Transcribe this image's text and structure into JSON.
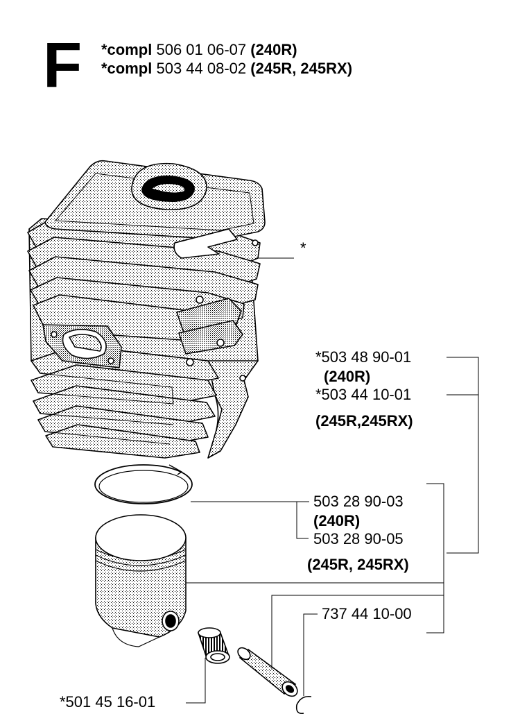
{
  "section_letter": "F",
  "header": {
    "lines": [
      {
        "prefix": "*compl",
        "number": "506 01 06-07",
        "models": "(240R)"
      },
      {
        "prefix": "*compl",
        "number": "503 44 08-02",
        "models": "(245R, 245RX)"
      }
    ]
  },
  "callouts": {
    "cylinder_mark": "*",
    "cylinder_part_a": "*503 48 90-01",
    "cylinder_models_a": "(240R)",
    "cylinder_part_b": "*503 44 10-01",
    "cylinder_models_b": "(245R,245RX)",
    "ring_part_a": "503 28 90-03",
    "ring_models_a": "(240R)",
    "ring_part_b": "503 28 90-05",
    "ring_models_b": "(245R, 245RX)",
    "circlip_part": "737 44 10-00",
    "bearing_part": "*501 45 16-01"
  }
}
